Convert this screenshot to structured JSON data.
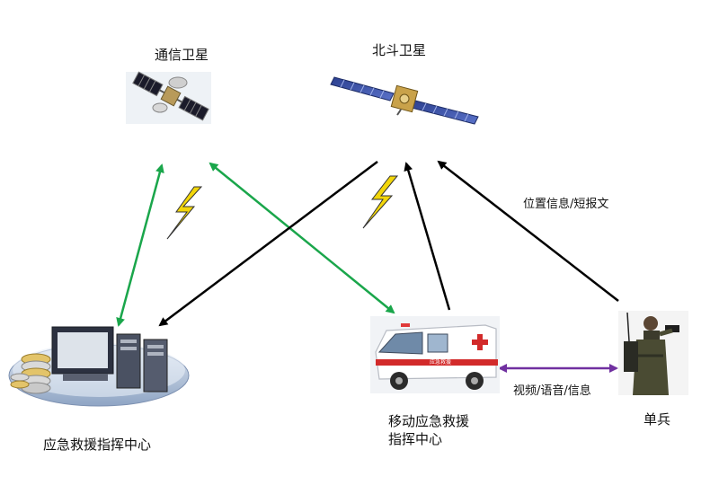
{
  "nodes": {
    "comm_satellite": {
      "label": "通信卫星"
    },
    "beidou_satellite": {
      "label": "北斗卫星"
    },
    "command_center": {
      "label": "应急救援指挥中心"
    },
    "mobile_center": {
      "label_line1": "移动应急救援",
      "label_line2": "指挥中心"
    },
    "soldier": {
      "label": "单兵"
    }
  },
  "links": {
    "position_msg": "位置信息/短报文",
    "video_voice": "视频/语音/信息"
  },
  "vehicle_text": {
    "side_text": "应急救援"
  },
  "colors": {
    "black_arrow": "#000000",
    "green_arrow": "#1aa64b",
    "purple_arrow": "#7030a0",
    "lightning": "#f2d60a"
  }
}
